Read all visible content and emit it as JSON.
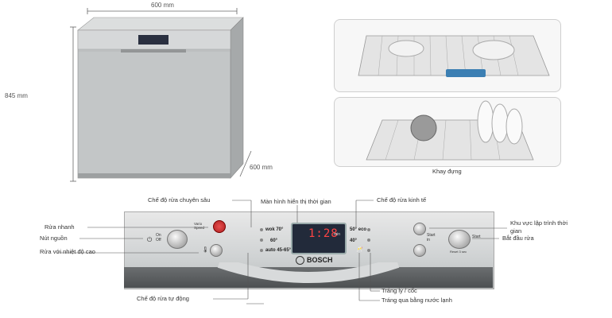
{
  "dimensions": {
    "width_label": "600 mm",
    "height_label": "845 mm",
    "depth_label": "600 mm"
  },
  "racks": {
    "caption": "Khay đựng"
  },
  "control_panel": {
    "brand": "BOSCH",
    "display_time": "1:28",
    "display_unit": "min",
    "varioSpeed": "Vario Speed",
    "on_off": "On Off",
    "start_label": "Start",
    "start_sub": "Start in",
    "reset": "Reset 3 sec",
    "programs_left": [
      "wok 70°",
      "60°",
      "auto 45-65°"
    ],
    "programs_right": [
      "50° eco",
      "40°",
      ""
    ]
  },
  "annotations": {
    "intensive": "Chế độ rửa chuyên sâu",
    "time_display": "Màn hình hiển thị thời gian",
    "eco": "Chế độ rửa kinh tế",
    "quick_wash": "Rửa nhanh",
    "power_button": "Nút nguồn",
    "hot_wash": "Rửa với nhiệt độ cao",
    "auto_wash": "Chế độ rửa tự động",
    "glass_cup": "Tráng ly / cốc",
    "cold_rinse": "Tráng qua bằng nước lạnh",
    "timer_area": "Khu vực lập trình thời gian",
    "start": "Bắt đầu rửa"
  }
}
